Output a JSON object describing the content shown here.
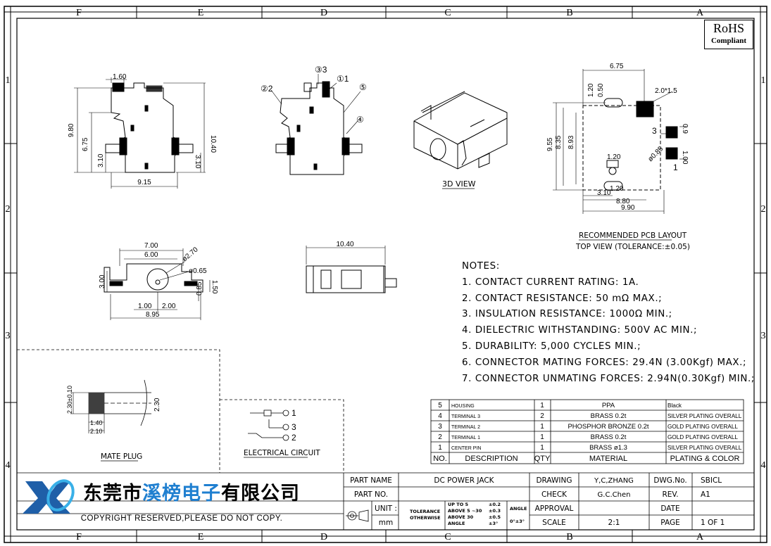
{
  "sheet": {
    "column_letters": [
      "F",
      "E",
      "D",
      "C",
      "B",
      "A"
    ],
    "row_numbers": [
      "1",
      "2",
      "3",
      "4"
    ]
  },
  "rohs": {
    "line1": "RoHS",
    "line2": "Compliant"
  },
  "side_view": {
    "dim_top": "1.60",
    "dim_left_outer": "9.80",
    "dim_left_mid": "6.75",
    "dim_left_low": "3.10",
    "dim_right": "10.40",
    "dim_right_low": "3.10",
    "dim_bottom": "9.15"
  },
  "pin_view": {
    "callout_1": "①1",
    "callout_2": "②2",
    "callout_3": "③3",
    "callout_4": "④",
    "callout_5": "⑤"
  },
  "view_3d": {
    "label": "3D VIEW"
  },
  "pcb_layout": {
    "dim_top": "6.75",
    "dim_slot_1": "1.20",
    "dim_slot_2": "0.50",
    "dim_pad_oval": "2.0*1.5",
    "dim_left_1": "9.55",
    "dim_left_2": "8.35",
    "dim_left_3": "8.93",
    "dim_right_1": "0.9",
    "dim_right_2": "1.00",
    "dim_hole": "1.20",
    "dim_hole_diam": "ø0.85",
    "dim_bottom_1": "3.10",
    "dim_bottom_2": "1.20",
    "dim_bottom_3": "8.80",
    "dim_bottom_4": "9.90",
    "pin_label_3": "3",
    "pin_label_1": "1",
    "title_1": "RECOMMENDED PCB LAYOUT",
    "title_2": "TOP VIEW (TOLERANCE:±0.05)"
  },
  "front_view": {
    "dim_top_1": "7.00",
    "dim_top_2": "6.00",
    "dim_diam_1": "ø2.70",
    "dim_diam_2": "ø0.65",
    "dim_left": "3.00",
    "dim_right_1": "1.50",
    "dim_right_2": "0.85",
    "dim_bottom_1": "1.00",
    "dim_bottom_2": "2.00",
    "dim_bottom_3": "8.95"
  },
  "bottom_view": {
    "dim_top": "10.40"
  },
  "notes": {
    "title": "NOTES:",
    "items": [
      "1. CONTACT CURRENT RATING: 1A.",
      "2. CONTACT RESISTANCE: 50 mΩ MAX.;",
      "3. INSULATION RESISTANCE: 1000Ω MIN.;",
      "4. DIELECTRIC WITHSTANDING: 500V AC MIN.;",
      "5. DURABILITY: 5,000 CYCLES MIN.;",
      "6. CONNECTOR MATING FORCES: 29.4N (3.00Kgf) MAX.;",
      "7. CONNECTOR UNMATING FORCES: 2.94N(0.30Kgf) MIN.;"
    ]
  },
  "mate_plug": {
    "dim_1": "2.30±0.10",
    "dim_2": "1.40",
    "dim_3": "2.10",
    "dim_4": "2.30",
    "label": "MATE PLUG"
  },
  "circuit": {
    "pin_1": "1",
    "pin_3": "3",
    "pin_2": "2",
    "label": "ELECTRICAL CIRCUIT"
  },
  "bom": {
    "rows": [
      {
        "no": "5",
        "desc": "HOUSING",
        "qty": "1",
        "material": "PPA",
        "finish": "Black"
      },
      {
        "no": "4",
        "desc": "TERMINAL 3",
        "qty": "2",
        "material": "BRASS 0.2t",
        "finish": "SILVER PLATING OVERALL"
      },
      {
        "no": "3",
        "desc": "TERMINAL 2",
        "qty": "1",
        "material": "PHOSPHOR BRONZE 0.2t",
        "finish": "GOLD PLATING OVERALL"
      },
      {
        "no": "2",
        "desc": "TERMINAL 1",
        "qty": "1",
        "material": "BRASS 0.2t",
        "finish": "GOLD PLATING OVERALL"
      },
      {
        "no": "1",
        "desc": "CENTER PIN",
        "qty": "1",
        "material": "BRASS ø1.3",
        "finish": "SILVER PLATING OVERALL"
      }
    ],
    "header": {
      "no": "NO.",
      "desc": "DESCRIPTION",
      "qty": "QTY",
      "material": "MATERIAL",
      "finish": "PLATING & COLOR"
    }
  },
  "title_block": {
    "company_a": "东莞市",
    "company_b": "溪榜电子",
    "company_c": "有限公司",
    "copyright": "COPYRIGHT RESERVED,PLEASE DO NOT COPY.",
    "part_name_label": "PART NAME",
    "part_name": "DC POWER JACK",
    "part_no_label": "PART NO.",
    "part_no": "",
    "unit_label": "UNIT :",
    "unit": "mm",
    "tol_label_1": "TOLERANCE",
    "tol_label_2": "OTHERWISE",
    "tol_r1": "UP TO 5",
    "tol_r2": "ABOVE 5 ~30",
    "tol_r3": "ABOVE 30",
    "tol_r4": "ANGLE",
    "tol_v1": "±0.2",
    "tol_v2": "±0.3",
    "tol_v3": "±0.5",
    "tol_v4": "±3°",
    "angle_label": "ANGLE",
    "angle_value": "0°±3°",
    "drawing_label": "DRAWING",
    "drawing": "Y,C,ZHANG",
    "check_label": "CHECK",
    "check": "G.C.Chen",
    "approval_label": "APPROVAL",
    "approval": "",
    "scale_label": "SCALE",
    "scale": "2:1",
    "dwg_label": "DWG.No.",
    "dwg": "SBICL",
    "rev_label": "REV.",
    "rev": "A1",
    "date_label": "DATE",
    "date": "",
    "page_label": "PAGE",
    "page": "1 OF 1"
  }
}
